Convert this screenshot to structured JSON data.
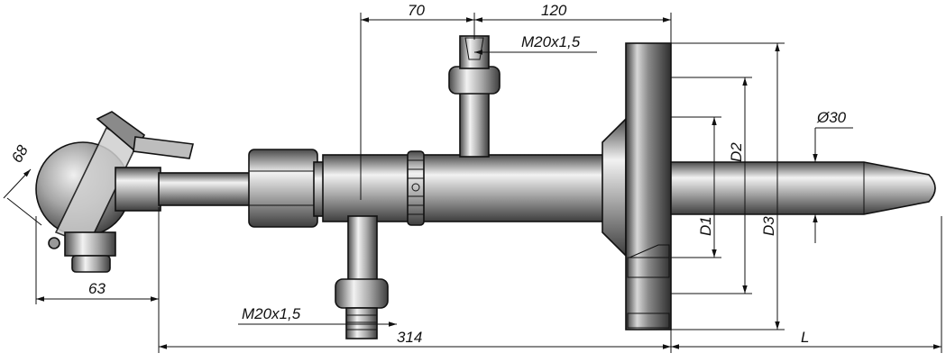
{
  "colors": {
    "ink": "#111111",
    "steel_dark": "#5c5c5c",
    "steel_mid": "#9a9a9a",
    "steel_light": "#e6e6e6",
    "paper": "#ffffff"
  },
  "dimensions": {
    "top_left": "70",
    "top_right": "120",
    "thread_top": "M20x1,5",
    "thread_bottom": "M20x1,5",
    "head_diag": "68",
    "head_width": "63",
    "total_length": "314",
    "immersion": "L",
    "tip_diameter": "Ø30",
    "d1": "D1",
    "d2": "D2",
    "d3": "D3"
  }
}
